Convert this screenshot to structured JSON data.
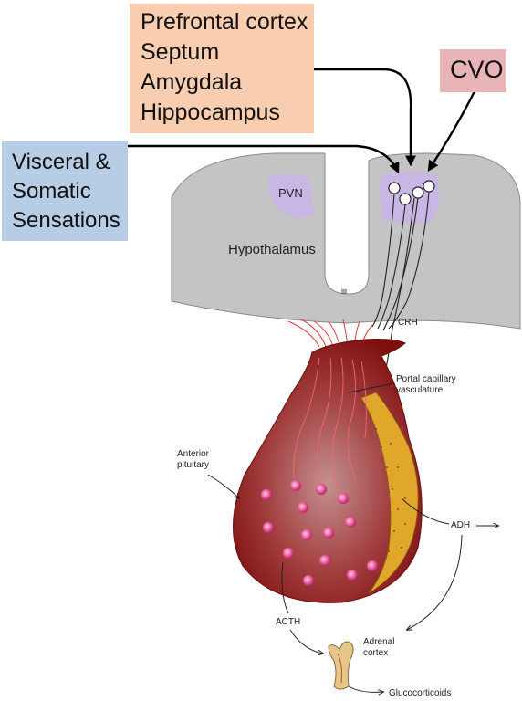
{
  "regions": {
    "cortical_inputs": [
      "Prefrontal cortex",
      "Septum",
      "Amygdala",
      "Hippocampus"
    ],
    "cvo": "CVO",
    "sensations": [
      "Visceral &",
      "Somatic",
      "Sensations"
    ]
  },
  "labels": {
    "pvn": "PVN",
    "hypothalamus": "Hypothalamus",
    "ventricle": "iii",
    "crh": "CRH",
    "portal": [
      "Portal capillary",
      "vasculature"
    ],
    "anterior_pituitary": [
      "Anterior",
      "pituitary"
    ],
    "adh": "ADH",
    "acth": "ACTH",
    "adrenal": [
      "Adrenal",
      "cortex"
    ],
    "glucocorticoids": "Glucocorticoids"
  },
  "colors": {
    "orange_box": "#f9cdb0",
    "cvo_box": "#e8b4b8",
    "sensation_box": "#b6cde5",
    "hypothalamus": "#c4c4c4",
    "nucleus": "#c8b6e4",
    "pituitary": "#8e1414",
    "posterior_lobe": "#e0a72b",
    "secretory_cell": "#ee5a9a"
  }
}
